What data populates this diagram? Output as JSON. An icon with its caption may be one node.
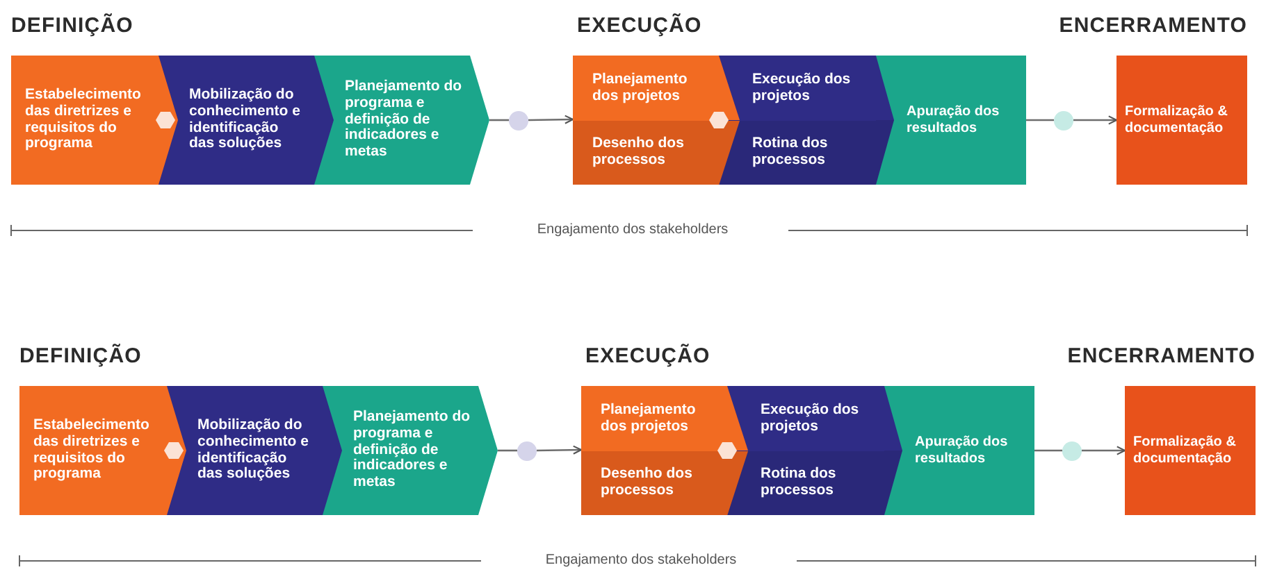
{
  "diagram": {
    "nodes": [
      {
        "text": [
          "Estabelecimento das diretrizes e requisitos do programa"
        ]
      },
      {
        "text": [
          "Mobilização do conhecimento e identificação das soluções"
        ]
      },
      {
        "text": [
          "Planejamento do programa e definição de indicadores e metas"
        ]
      },
      {
        "text": [],
        "shape": "circle"
      },
      {
        "text": [
          "Planejamento dos projetos"
        ]
      },
      {
        "text": [
          "Desenho dos processos"
        ]
      },
      {
        "text": [
          "Execução dos projetos"
        ]
      },
      {
        "text": [
          "Rotina dos processos"
        ]
      },
      {
        "text": [
          "Apuração dos resultados"
        ]
      },
      {
        "text": [],
        "shape": "circle"
      },
      {
        "text": [
          "Formalização & documentação"
        ]
      },
      {
        "text": [
          "Estabelecimento das diretrizes e requisitos do programa"
        ]
      },
      {
        "text": [
          "Mobilização do conhecimento e identificação das soluções"
        ]
      },
      {
        "text": [
          "Planejamento do programa e definição de indicadores e metas"
        ]
      },
      {
        "text": [],
        "shape": "circle"
      },
      {
        "text": [
          "Planejamento dos projetos"
        ]
      },
      {
        "text": [
          "Desenho dos processos"
        ]
      },
      {
        "text": [
          "Execução dos projetos"
        ]
      },
      {
        "text": [
          "Rotina dos processos"
        ]
      },
      {
        "text": [
          "Apuração dos resultados"
        ]
      },
      {
        "text": [],
        "shape": "circle"
      },
      {
        "text": [
          "Formalização & documentação"
        ]
      }
    ],
    "edges": [
      {
        "from": 2,
        "to": 3,
        "arrow": "none"
      },
      {
        "from": 3,
        "to": 4,
        "arrow": "to"
      },
      {
        "from": 8,
        "to": 9,
        "arrow": "none"
      },
      {
        "from": 9,
        "to": 10,
        "arrow": "to"
      },
      {
        "from": 13,
        "to": 14,
        "arrow": "none"
      },
      {
        "from": 14,
        "to": 15,
        "arrow": "to"
      },
      {
        "from": 19,
        "to": 20,
        "arrow": "none"
      },
      {
        "from": 20,
        "to": 21,
        "arrow": "to"
      }
    ],
    "labels": [
      "DEFINIÇÃO",
      "EXECUÇÃO",
      "ENCERRAMENTO",
      "Engajamento dos stakeholders",
      "DEFINIÇÃO",
      "EXECUÇÃO",
      "ENCERRAMENTO",
      "Engajamento dos stakeholders"
    ]
  }
}
